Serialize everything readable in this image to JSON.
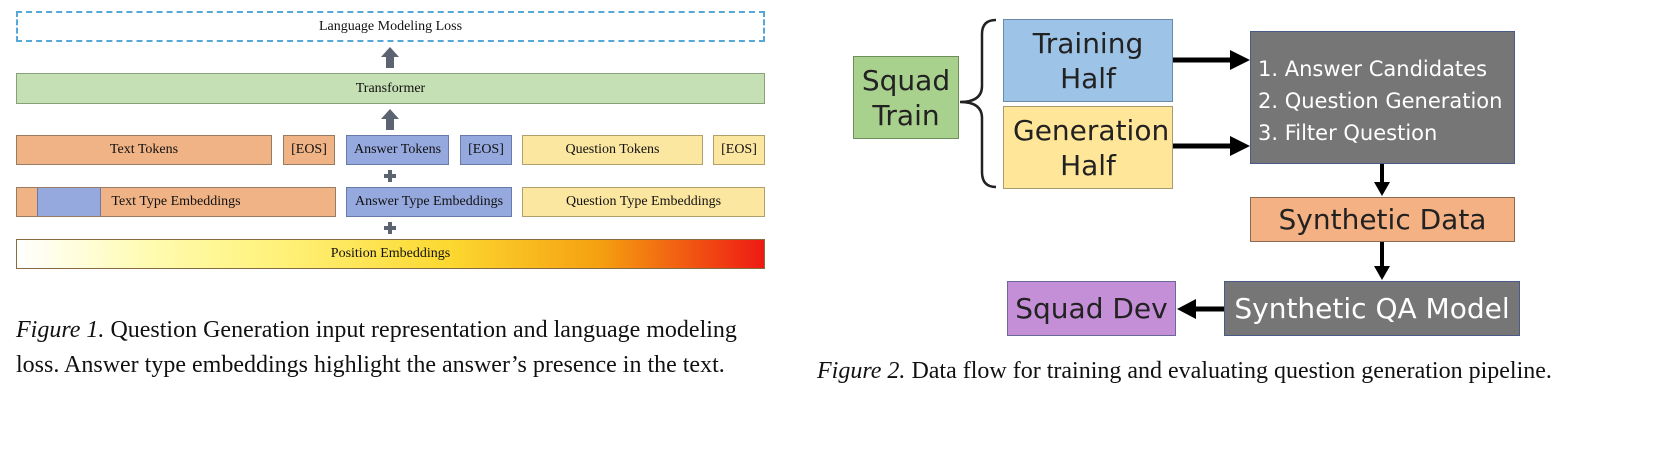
{
  "figure1": {
    "loss_label": "Language Modeling Loss",
    "transformer_label": "Transformer",
    "tokens": {
      "text": "Text Tokens",
      "eos1": "[EOS]",
      "answer": "Answer Tokens",
      "eos2": "[EOS]",
      "question": "Question Tokens",
      "eos3": "[EOS]"
    },
    "embeddings": {
      "text": "Text Type Embeddings",
      "answer": "Answer Type Embeddings",
      "question": "Question Type Embeddings"
    },
    "position_label": "Position Embeddings",
    "caption_prefix": "Figure 1.",
    "caption_text": "Question Generation input representation and language modeling loss. Answer type embeddings highlight the answer’s presence in the text.",
    "colors": {
      "text": "#f0b385",
      "answer": "#96a9de",
      "question": "#fce7a0",
      "transformer": "#c5e0b4",
      "loss_border": "#55a8d8",
      "arrow": "#5b6470"
    }
  },
  "figure2": {
    "squad_train": "Squad Train",
    "training_half": "Training Half",
    "generation_half": "Generation Half",
    "steps": [
      "1. Answer Candidates",
      "2. Question Generation",
      "3. Filter Question"
    ],
    "synthetic_data": "Synthetic Data",
    "synthetic_qa_model": "Synthetic QA Model",
    "squad_dev": "Squad Dev",
    "caption_prefix": "Figure 2.",
    "caption_text": "Data flow for training and evaluating question generation pipeline.",
    "colors": {
      "squad_train": "#a9d18e",
      "training_half": "#9dc3e6",
      "generation_half": "#ffe699",
      "process": "#767676",
      "synthetic_data": "#f4b183",
      "squad_dev": "#c58fd8"
    }
  }
}
